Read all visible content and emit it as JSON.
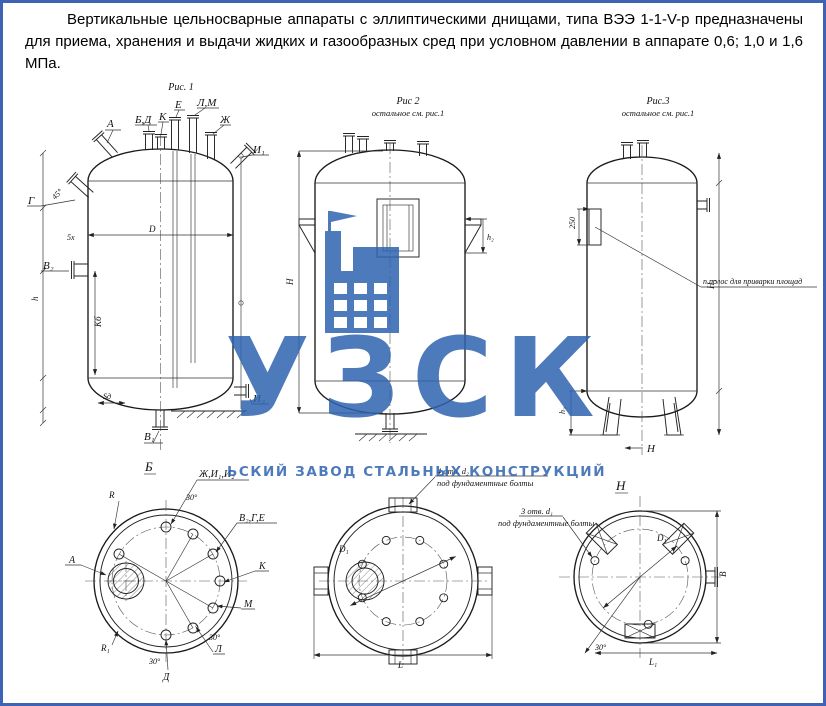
{
  "frame": {
    "border_color": "#3e63b4"
  },
  "intro": {
    "paragraph": "Вертикальные цельносварные аппараты с эллиптическими днищами, типа ВЭЭ 1-1-V-р предназначены для приема, хранения и выдачи жидких и газообразных сред при условном давлении в аппарате 0,6; 1,0 и 1,6 МПа."
  },
  "fig1": {
    "caption": "Рис. 1",
    "nozzles_top": {
      "a": "А",
      "bd": "Б,Д",
      "k": "К",
      "e": "Е",
      "lm": "Л,М",
      "zh": "Ж"
    },
    "nozzles_side": {
      "g": "Г",
      "v2": "В₂",
      "v1": "В₁",
      "i1": "И₁",
      "i2": "И₂"
    },
    "dims": {
      "d": "D",
      "deg45": "45°",
      "x5": "5х",
      "kb": "Кб",
      "sd": "Sд",
      "h": "h"
    }
  },
  "fig2": {
    "caption": "Рис 2",
    "note": "остальное см. рис.1",
    "dims": {
      "H": "Н",
      "h2": "h₂"
    }
  },
  "fig3": {
    "caption": "Рис.3",
    "note": "остальное см. рис.1",
    "annotation": "п полос для приварки площад",
    "dims": {
      "H": "Н",
      "d250": "250",
      "h3": "h₃",
      "H1": "Н₁"
    }
  },
  "viewB": {
    "title": "Б",
    "labels": {
      "zhi": "Ж,И₁,И₂",
      "vge": "В₂,Г,Е",
      "a": "А",
      "k": "К",
      "m": "М",
      "l": "Л",
      "d": "Д"
    },
    "dims": {
      "r": "R",
      "r1": "R₁",
      "deg30": "30°"
    }
  },
  "viewL": {
    "annotation_line1": "4 отв. d₂",
    "annotation_line2": "под фундаментные болты",
    "dims": {
      "d1": "D₁",
      "L": "L"
    }
  },
  "viewH": {
    "title": "Н",
    "annotation_line1": "3 отв. d₁",
    "annotation_line2": "под фундаментные болты",
    "dims": {
      "d1": "D₁",
      "b": "В",
      "l1": "L₁",
      "deg30": "30°"
    }
  },
  "watermark": {
    "big": "УЗСК",
    "sub": "ЬСКИЙ ЗАВОД СТАЛЬНЫХ КОНСТРУКЦИЙ",
    "color": "#2e63af"
  }
}
